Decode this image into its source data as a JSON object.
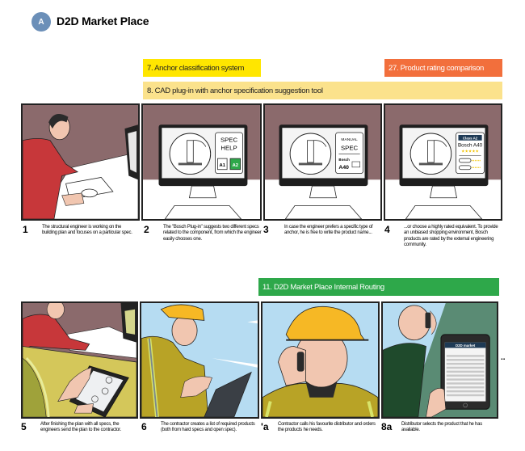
{
  "header": {
    "badge": "A",
    "title": "D2D Market Place"
  },
  "labels": {
    "anchor_classification": "7. Anchor classification system",
    "product_rating": "27. Product rating comparison",
    "cad_plugin": "8. CAD plug-in with anchor specification suggestion tool",
    "internal_routing": "11. D2D Market Place Internal Routing"
  },
  "panels": [
    {
      "number": "1",
      "caption": "The structural engineer is working on the building plan and focuses on a particular spec."
    },
    {
      "number": "2",
      "caption": "The \"Bosch Plug-in\" suggests two different specs related to the component, from which the engineer easily chooses one.",
      "screen": {
        "line1": "SPEC",
        "line2": "HELP",
        "option_a": "A1",
        "option_b": "A2"
      }
    },
    {
      "number": "3",
      "caption": "In case the engineer prefers a specific type of anchor, he is free to write the product name...",
      "screen": {
        "line1": "MANUAL",
        "line2": "SPEC",
        "brand": "Bosch",
        "product": "A40"
      }
    },
    {
      "number": "4",
      "caption": "...or choose a highly rated equivalent. To provide an unbiased shopping environment, Bosch products are rated by the external engineering community.",
      "screen": {
        "class_label": "Class A2",
        "product": "Bosch A40",
        "stars": "★★★★★"
      }
    },
    {
      "number": "5",
      "caption": "After finishing the plan with all specs, the engineers send the plan to the contractor."
    },
    {
      "number": "6",
      "caption": "The contractor creates a list of required products (both from hard specs and open spec)."
    },
    {
      "number": "'a",
      "caption": "Contractor calls his favourite distributor and orders the products he needs."
    },
    {
      "number": "8a",
      "caption": "Distributor selects the product that he has available.",
      "screen": {
        "app_title": "D2D market"
      }
    }
  ],
  "continuation": ".."
}
